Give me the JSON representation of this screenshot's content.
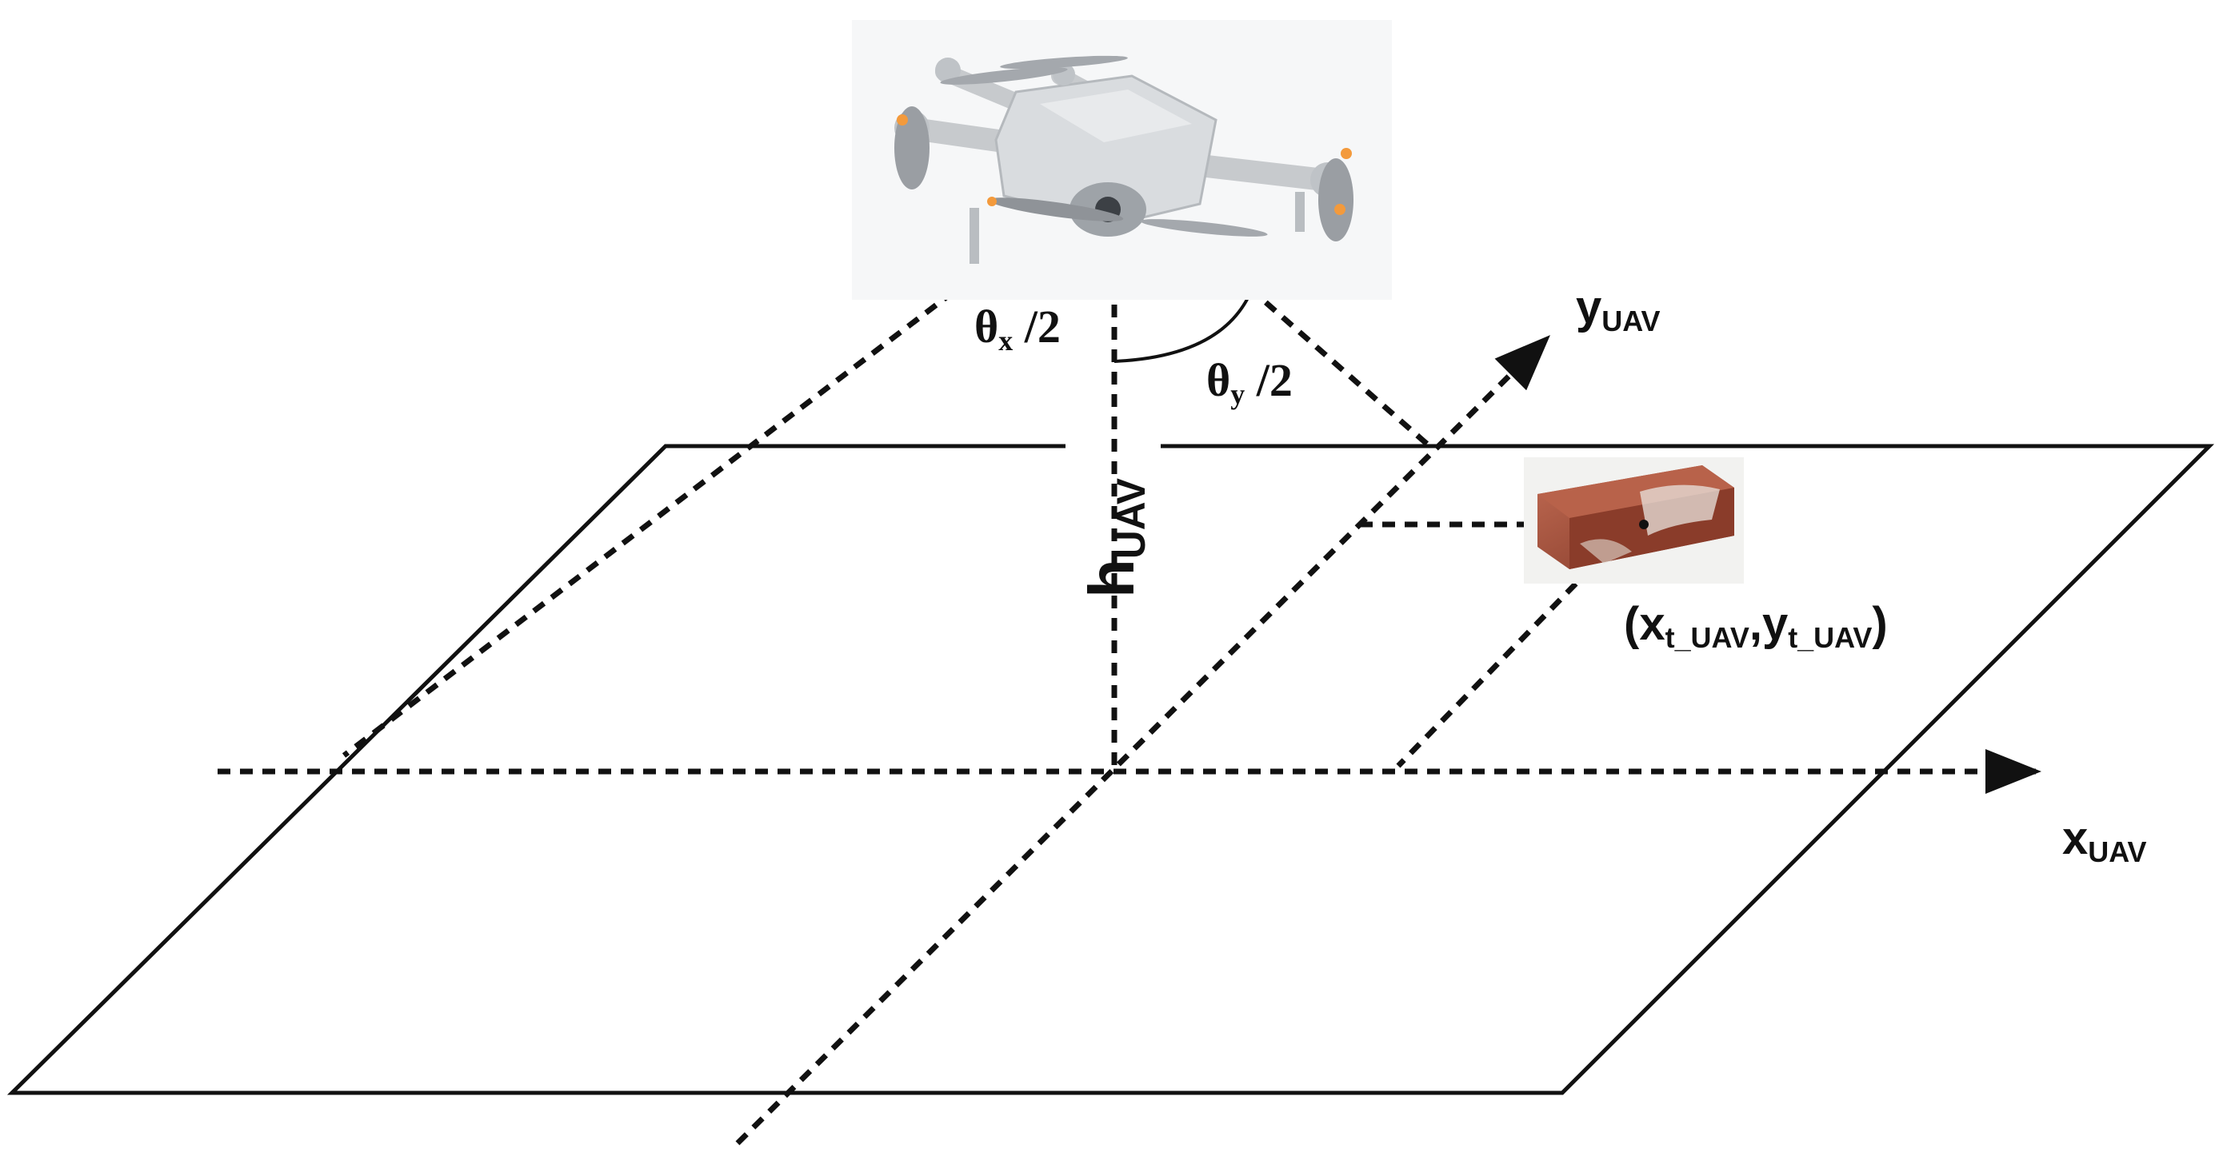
{
  "labels": {
    "theta_x_symbol": "θ",
    "theta_x_sub": "x",
    "theta_x_rest": " /2",
    "theta_y_symbol": "θ",
    "theta_y_sub": "y",
    "theta_y_rest": " /2",
    "height_main": "h",
    "height_sub": "UAV",
    "y_axis_main": "y",
    "y_axis_sub": "UAV",
    "x_axis_main": "x",
    "x_axis_sub": "UAV",
    "target_open": "(",
    "target_x": "x",
    "target_x_sub": "t_UAV",
    "target_comma": ",",
    "target_y": "y",
    "target_y_sub": "t_UAV",
    "target_close": ")"
  },
  "icons": {
    "drone": "drone-icon",
    "target": "brick-icon"
  },
  "colors": {
    "ink": "#111111",
    "brick": "#a0513b",
    "drone_body": "#d9dcdf",
    "drone_accent": "#f39a3c"
  }
}
